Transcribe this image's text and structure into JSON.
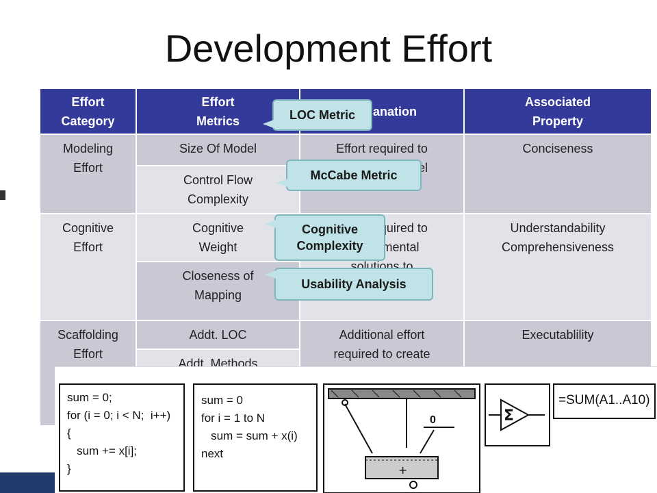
{
  "title": "Development Effort",
  "table": {
    "headers": [
      "Effort\nCategory",
      "Effort\nMetrics",
      "Explanation",
      "Associated\nProperty"
    ],
    "rows": {
      "modeling": {
        "category": "Modeling\nEffort",
        "metric1": "Size Of Model",
        "metric2": "Control Flow\nComplexity",
        "explanation": "Effort required to\ncreate the model",
        "property": "Conciseness"
      },
      "cognitive": {
        "category": "Cognitive\nEffort",
        "metric1": "Cognitive\nWeight",
        "metric2": "Closeness of\nMapping",
        "explanation": "Effort required to\ncreate mental\nsolutions to\nproblems",
        "property": "Understandability\nComprehensiveness"
      },
      "scaffolding": {
        "category": "Scaffolding\nEffort",
        "metric1": "Addt. LOC",
        "metric2": "Addt. Methods",
        "explanation": "Additional effort\nrequired to create\ncomplete solutions",
        "property": "Executablility"
      }
    }
  },
  "callouts": {
    "loc": "LOC Metric",
    "mccabe": "McCabe Metric",
    "cognitive": "Cognitive\nComplexity",
    "usability": "Usability Analysis"
  },
  "figures": {
    "code_c": "sum = 0;\nfor (i = 0; i < N;  i++)\n{\n   sum += x[i];\n}",
    "code_basic": "sum = 0\nfor i = 1 to N\n   sum = sum + x(i)\nnext",
    "dial_label": "0",
    "sigma_symbol": "Σ",
    "formula": "=SUM(A1..A10)"
  },
  "colors": {
    "header_bg": "#333a99",
    "cell_dark": "#c9c9d6",
    "cell_light": "#e2e2e9",
    "callout_bg": "#bfe3e6"
  }
}
